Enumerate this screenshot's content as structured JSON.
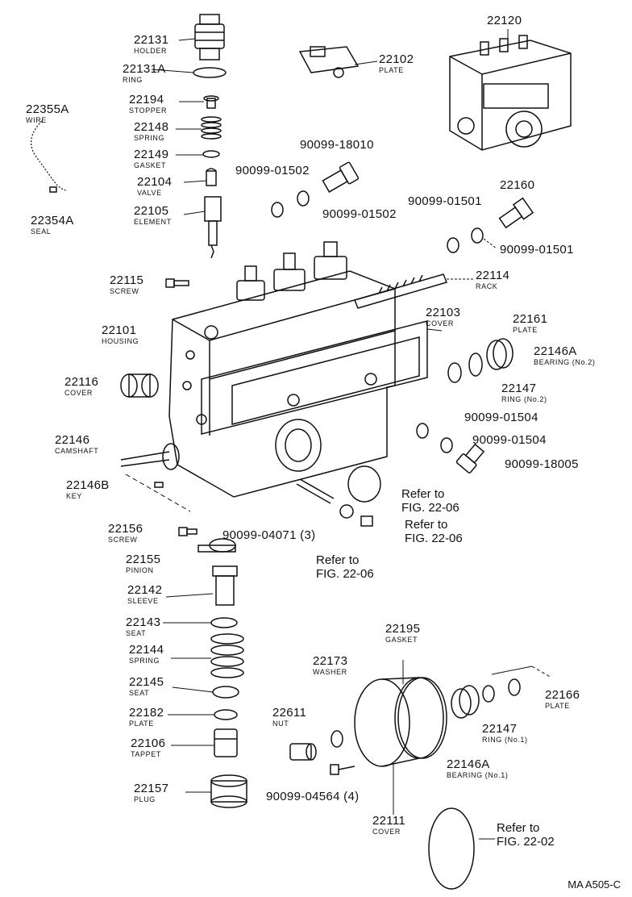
{
  "diagram": {
    "code": "MA A505-C",
    "labels": {
      "l22131": {
        "num": "22131",
        "name": "HOLDER"
      },
      "l22131a": {
        "num": "22131A",
        "name": "RING"
      },
      "l22194": {
        "num": "22194",
        "name": "STOPPER"
      },
      "l22148": {
        "num": "22148",
        "name": "SPRING"
      },
      "l22149": {
        "num": "22149",
        "name": "GASKET"
      },
      "l22104": {
        "num": "22104",
        "name": "VALVE"
      },
      "l22105": {
        "num": "22105",
        "name": "ELEMENT"
      },
      "l22355a": {
        "num": "22355A",
        "name": "WIRE"
      },
      "l22354a": {
        "num": "22354A",
        "name": "SEAL"
      },
      "l22102": {
        "num": "22102",
        "name": "PLATE"
      },
      "l22120": {
        "num": "22120",
        "name": ""
      },
      "l18010": {
        "num": "90099-18010",
        "name": ""
      },
      "l01502a": {
        "num": "90099-01502",
        "name": ""
      },
      "l01502b": {
        "num": "90099-01502",
        "name": ""
      },
      "l22160": {
        "num": "22160",
        "name": ""
      },
      "l01501a": {
        "num": "90099-01501",
        "name": ""
      },
      "l01501b": {
        "num": "90099-01501",
        "name": ""
      },
      "l22115": {
        "num": "22115",
        "name": "SCREW"
      },
      "l22114": {
        "num": "22114",
        "name": "RACK"
      },
      "l22101": {
        "num": "22101",
        "name": "HOUSING"
      },
      "l22103": {
        "num": "22103",
        "name": "COVER"
      },
      "l22161": {
        "num": "22161",
        "name": "PLATE"
      },
      "l22146a_top": {
        "num": "22146A",
        "name": "BEARING (No.2)"
      },
      "l22147_top": {
        "num": "22147",
        "name": "RING (No.2)"
      },
      "l22116": {
        "num": "22116",
        "name": "COVER"
      },
      "l01504a": {
        "num": "90099-01504",
        "name": ""
      },
      "l01504b": {
        "num": "90099-01504",
        "name": ""
      },
      "l18005": {
        "num": "90099-18005",
        "name": ""
      },
      "l22146": {
        "num": "22146",
        "name": "CAMSHAFT"
      },
      "l22146b": {
        "num": "22146B",
        "name": "KEY"
      },
      "l04071": {
        "num": "90099-04071 (3)",
        "name": ""
      },
      "l22156": {
        "num": "22156",
        "name": "SCREW"
      },
      "l22155": {
        "num": "22155",
        "name": "PINION"
      },
      "l22142": {
        "num": "22142",
        "name": "SLEEVE"
      },
      "l22143": {
        "num": "22143",
        "name": "SEAT"
      },
      "l22144": {
        "num": "22144",
        "name": "SPRING"
      },
      "l22145": {
        "num": "22145",
        "name": "SEAT"
      },
      "l22182": {
        "num": "22182",
        "name": "PLATE"
      },
      "l22106": {
        "num": "22106",
        "name": "TAPPET"
      },
      "l22157": {
        "num": "22157",
        "name": "PLUG"
      },
      "l22195": {
        "num": "22195",
        "name": "GASKET"
      },
      "l22173": {
        "num": "22173",
        "name": "WASHER"
      },
      "l22611": {
        "num": "22611",
        "name": "NUT"
      },
      "l04564": {
        "num": "90099-04564 (4)",
        "name": ""
      },
      "l22111": {
        "num": "22111",
        "name": "COVER"
      },
      "l22146a_bot": {
        "num": "22146A",
        "name": "BEARING (No.1)"
      },
      "l22147_bot": {
        "num": "22147",
        "name": "RING (No.1)"
      },
      "l22166": {
        "num": "22166",
        "name": "PLATE"
      }
    },
    "refs": {
      "r1": {
        "line1": "Refer to",
        "line2": "FIG. 22-06"
      },
      "r2": {
        "line1": "Refer to",
        "line2": "FIG. 22-06"
      },
      "r3": {
        "line1": "Refer to",
        "line2": "FIG. 22-06"
      },
      "r4": {
        "line1": "Refer to",
        "line2": "FIG. 22-02"
      }
    }
  }
}
